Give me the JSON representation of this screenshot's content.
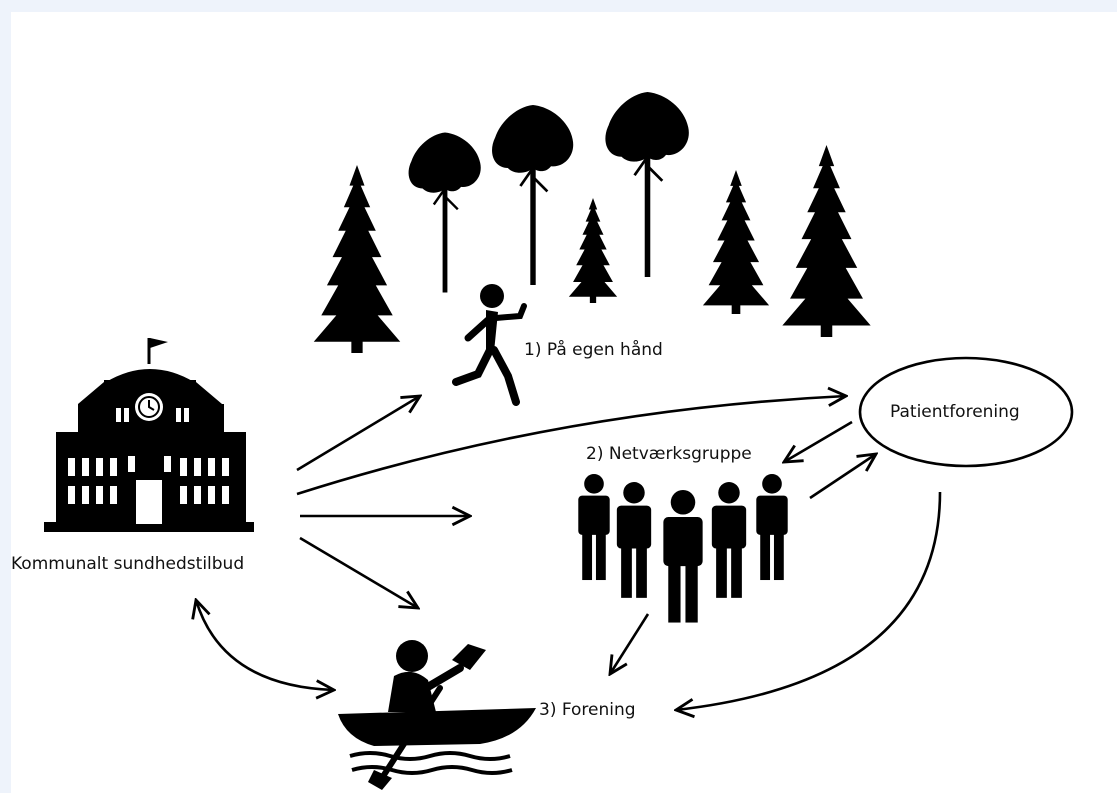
{
  "labels": {
    "municipal": "Kommunalt sundhedstilbud",
    "own": "1) På egen hånd",
    "network": "2) Netværksgruppe",
    "association": "3) Forening",
    "patient": "Patientforening"
  },
  "colors": {
    "background": "#eef3fb",
    "panel": "#ffffff",
    "ink": "#000000"
  },
  "icons": [
    "school-building-icon",
    "clock-icon",
    "flag-icon",
    "pine-tree-icon",
    "deciduous-tree-icon",
    "running-person-icon",
    "group-of-people-icon",
    "kayaker-icon"
  ]
}
